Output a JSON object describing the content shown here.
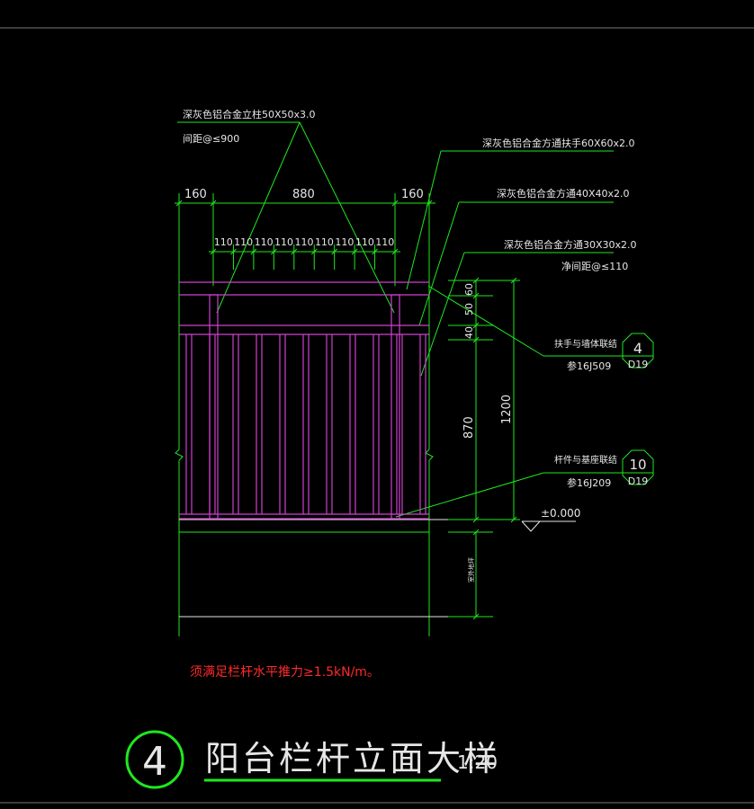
{
  "colors": {
    "background": "#000000",
    "line": "#1ee81e",
    "magenta": "#d040d0",
    "white": "#e6e6e6",
    "grey": "#9a9a9a",
    "red": "#ff2a2a"
  },
  "dims": {
    "top_left": "160",
    "top_mid": "880",
    "top_right": "160",
    "baluster_spacing": [
      "110",
      "110",
      "110",
      "110",
      "110",
      "110",
      "110",
      "110",
      "110"
    ],
    "side_60": "60",
    "side_50": "50",
    "side_40": "40",
    "side_870": "870",
    "side_1200": "1200",
    "side_below": "室外地坪"
  },
  "labels": {
    "post": "深灰色铝合金立柱50X50x3.0",
    "post_spacing": "间距@≤900",
    "handrail": "深灰色铝合金方通扶手60X60x2.0",
    "rail_40": "深灰色铝合金方通40X40x2.0",
    "rail_30": "深灰色铝合金方通30X30x2.0",
    "net_spacing": "净间距@≤110",
    "ref1_title": "扶手与墙体联结",
    "ref1_atlas": "参16J509",
    "ref1_num": "4",
    "ref1_sheet": "D19",
    "ref2_title": "杆件与基座联结",
    "ref2_atlas": "参16J209",
    "ref2_num": "10",
    "ref2_sheet": "D19",
    "elevation": "±0.000"
  },
  "note": "须满足栏杆水平推力≥1.5kN/m。",
  "title": {
    "number": "4",
    "name": "阳台栏杆立面大样",
    "scale": "1:20"
  }
}
